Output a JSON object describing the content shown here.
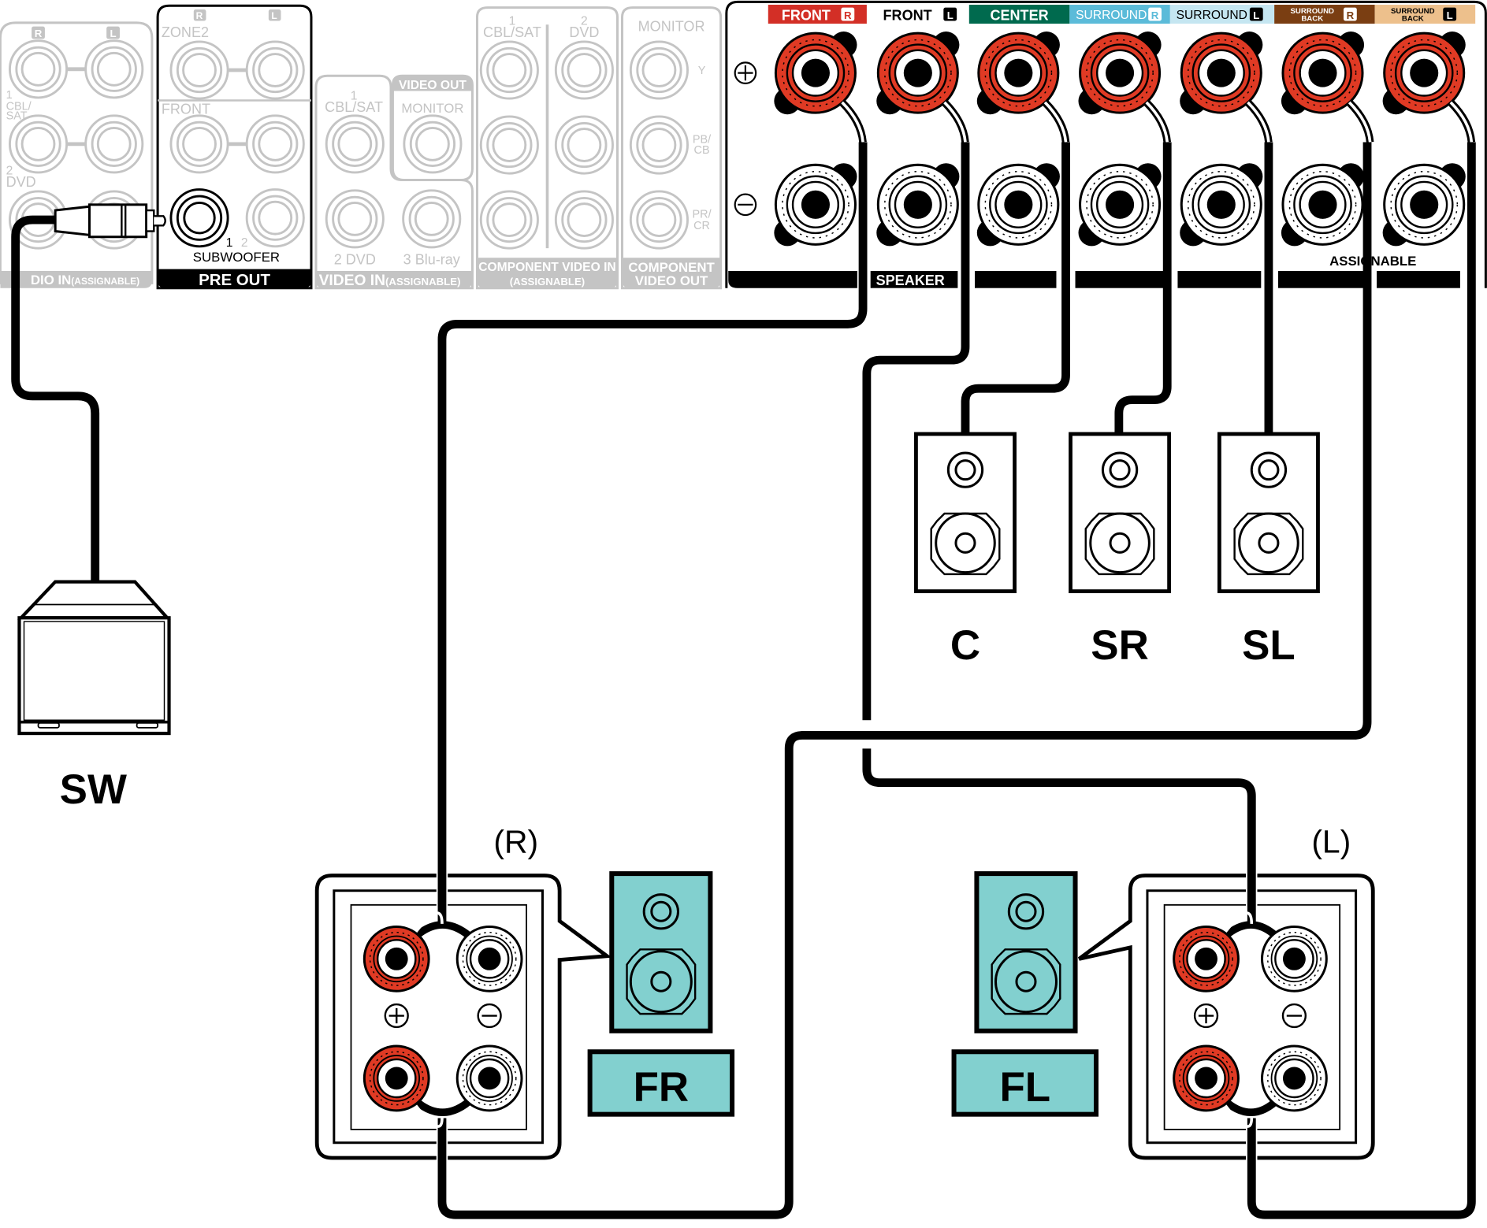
{
  "receiver": {
    "audio_in": {
      "channel_r": "R",
      "channel_l": "L",
      "input_1_num": "1",
      "input_1_name_line1": "CBL/",
      "input_1_name_line2": "SAT",
      "input_2_num": "2",
      "input_2_name": "DVD",
      "section_label": "DIO IN",
      "section_sub": "(ASSIGNABLE)"
    },
    "pre_out": {
      "channel_r": "R",
      "channel_l": "L",
      "zone2": "ZONE2",
      "front": "FRONT",
      "sub_1": "1",
      "sub_2": "2",
      "subwoofer": "SUBWOOFER",
      "section_label": "PRE OUT"
    },
    "video_in": {
      "input_1_num": "1",
      "input_1_name": "CBL/SAT",
      "input_2": "2 DVD",
      "input_3": "3 Blu-ray",
      "section_label": "VIDEO IN",
      "section_sub": "(ASSIGNABLE)"
    },
    "video_out": {
      "header": "VIDEO OUT",
      "monitor": "MONITOR"
    },
    "component_in": {
      "input_1_num": "1",
      "input_1_name": "CBL/SAT",
      "input_2_num": "2",
      "input_2_name": "DVD",
      "section_label": "COMPONENT VIDEO IN",
      "section_sub": "(ASSIGNABLE)"
    },
    "component_out": {
      "monitor": "MONITOR",
      "y": "Y",
      "pb": "PB/",
      "cb": "CB",
      "pr": "PR/",
      "cr": "CR",
      "section_label_1": "COMPONENT",
      "section_label_2": "VIDEO OUT"
    },
    "speakers_panel": {
      "plus_symbol": "+",
      "minus_symbol": "−",
      "section_label": "SPEAKER",
      "assignable_label": "ASSIGNABLE",
      "channels": [
        {
          "name": "FRONT",
          "side": "R",
          "color": "#d32f26",
          "text_color": "#ffffff"
        },
        {
          "name": "FRONT",
          "side": "L",
          "color": "#ffffff",
          "text_color": "#000000"
        },
        {
          "name": "CENTER",
          "side": "",
          "color": "#006a4e",
          "text_color": "#ffffff"
        },
        {
          "name": "SURROUND",
          "side": "R",
          "color": "#5bbbd9",
          "text_color": "#ffffff"
        },
        {
          "name": "SURROUND",
          "side": "L",
          "color": "#c5e6f1",
          "text_color": "#000000"
        },
        {
          "name_line1": "SURROUND",
          "name_line2": "BACK",
          "side": "R",
          "color": "#7a3e12",
          "text_color": "#ffffff"
        },
        {
          "name_line1": "SURROUND",
          "name_line2": "BACK",
          "side": "L",
          "color": "#edc08c",
          "text_color": "#000000"
        }
      ]
    }
  },
  "speakers": {
    "subwoofer": "SW",
    "center": "C",
    "surround_right": "SR",
    "surround_left": "SL",
    "front_right": "FR",
    "front_left": "FL",
    "front_right_side": "(R)",
    "front_left_side": "(L)",
    "plus_symbol": "+",
    "minus_symbol": "−"
  },
  "colors": {
    "terminal_red": "#e03a24",
    "speaker_teal": "#82d0cf",
    "ghost_gray": "#c4c4c4"
  }
}
